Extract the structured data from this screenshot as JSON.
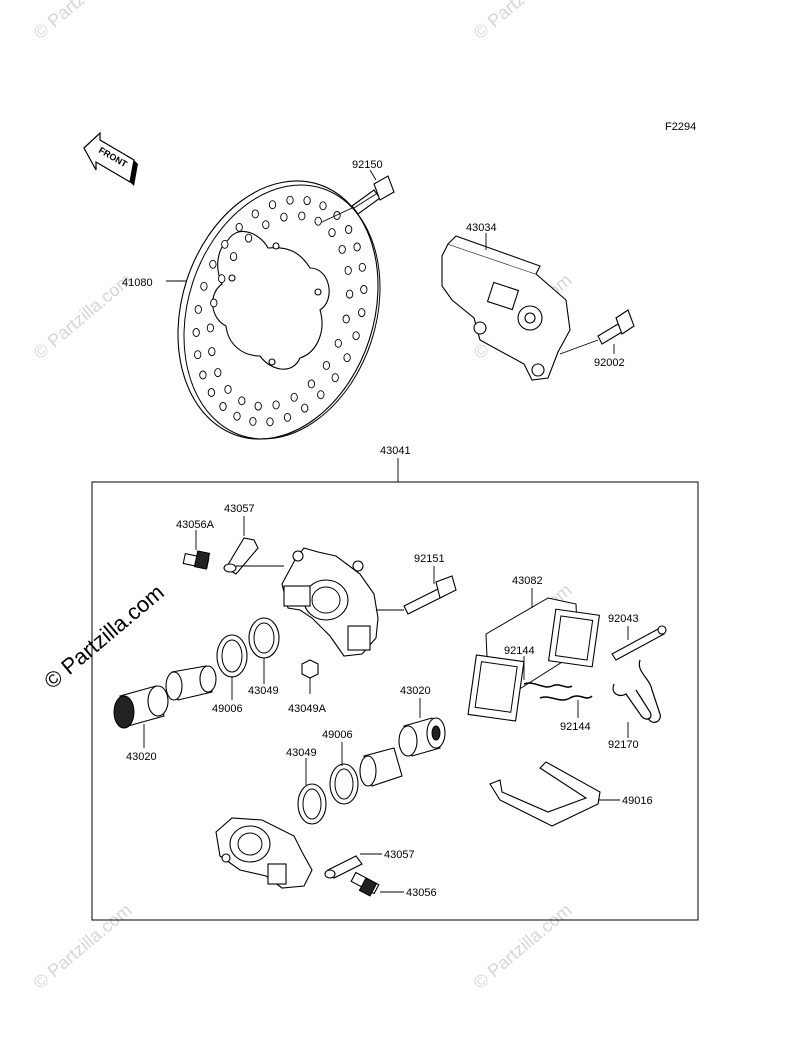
{
  "diagram": {
    "code": "F2294",
    "front_label": "FRONT",
    "watermark": "© Partzilla.com",
    "parts": {
      "p92150": "92150",
      "p43034": "43034",
      "p41080": "41080",
      "p92002": "92002",
      "p43041": "43041",
      "p43057a": "43057",
      "p43056a": "43056A",
      "p92151": "92151",
      "p43082": "43082",
      "p92043": "92043",
      "p92144a": "92144",
      "p92144b": "92144",
      "p43049a": "43049",
      "p43049A": "43049A",
      "p49006a": "49006",
      "p43020a": "43020",
      "p43020b": "43020",
      "p49006b": "49006",
      "p43049b": "43049",
      "p92170": "92170",
      "p49016": "49016",
      "p43057b": "43057",
      "p43056": "43056"
    }
  }
}
